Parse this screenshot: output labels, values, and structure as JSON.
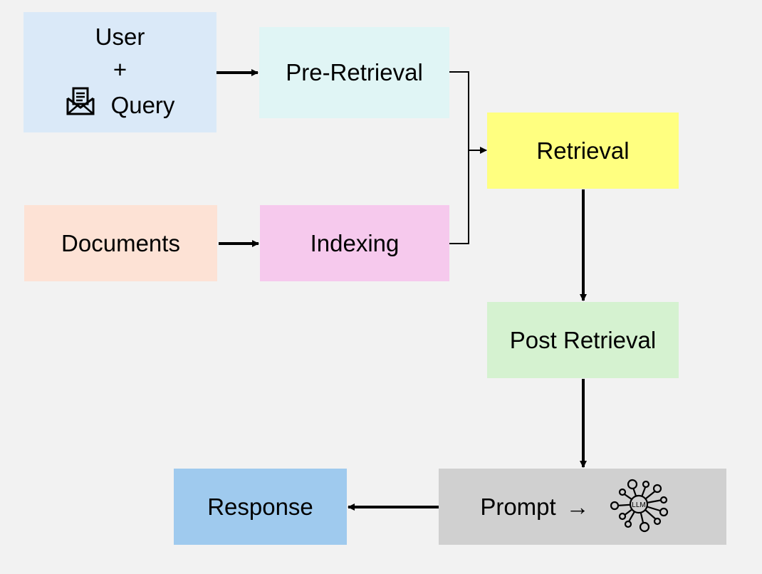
{
  "colors": {
    "background": "#f2f2f2",
    "user_box": "#dae9f8",
    "pre_retrieval_box": "#e0f5f5",
    "retrieval_box": "#ffff80",
    "documents_box": "#fde2d5",
    "indexing_box": "#f6c9ed",
    "post_retrieval_box": "#d5f2d0",
    "prompt_box": "#d0d0d0",
    "response_box": "#9fcaee",
    "arrow": "#000000"
  },
  "nodes": {
    "user": {
      "line1": "User",
      "line2": "+",
      "line3": "Query",
      "icon": "envelope-document-icon"
    },
    "pre_retrieval": {
      "label": "Pre-Retrieval"
    },
    "retrieval": {
      "label": "Retrieval"
    },
    "documents": {
      "label": "Documents"
    },
    "indexing": {
      "label": "Indexing"
    },
    "post_retrieval": {
      "label": "Post Retrieval"
    },
    "prompt": {
      "label": "Prompt",
      "arrow_glyph": "→",
      "icon": "llm-network-icon",
      "icon_text": "LLM"
    },
    "response": {
      "label": "Response"
    }
  },
  "edges": [
    {
      "from": "user",
      "to": "pre_retrieval"
    },
    {
      "from": "documents",
      "to": "indexing"
    },
    {
      "from": "pre_retrieval",
      "to": "retrieval"
    },
    {
      "from": "indexing",
      "to": "retrieval"
    },
    {
      "from": "retrieval",
      "to": "post_retrieval"
    },
    {
      "from": "post_retrieval",
      "to": "prompt"
    },
    {
      "from": "prompt",
      "to": "response"
    }
  ]
}
